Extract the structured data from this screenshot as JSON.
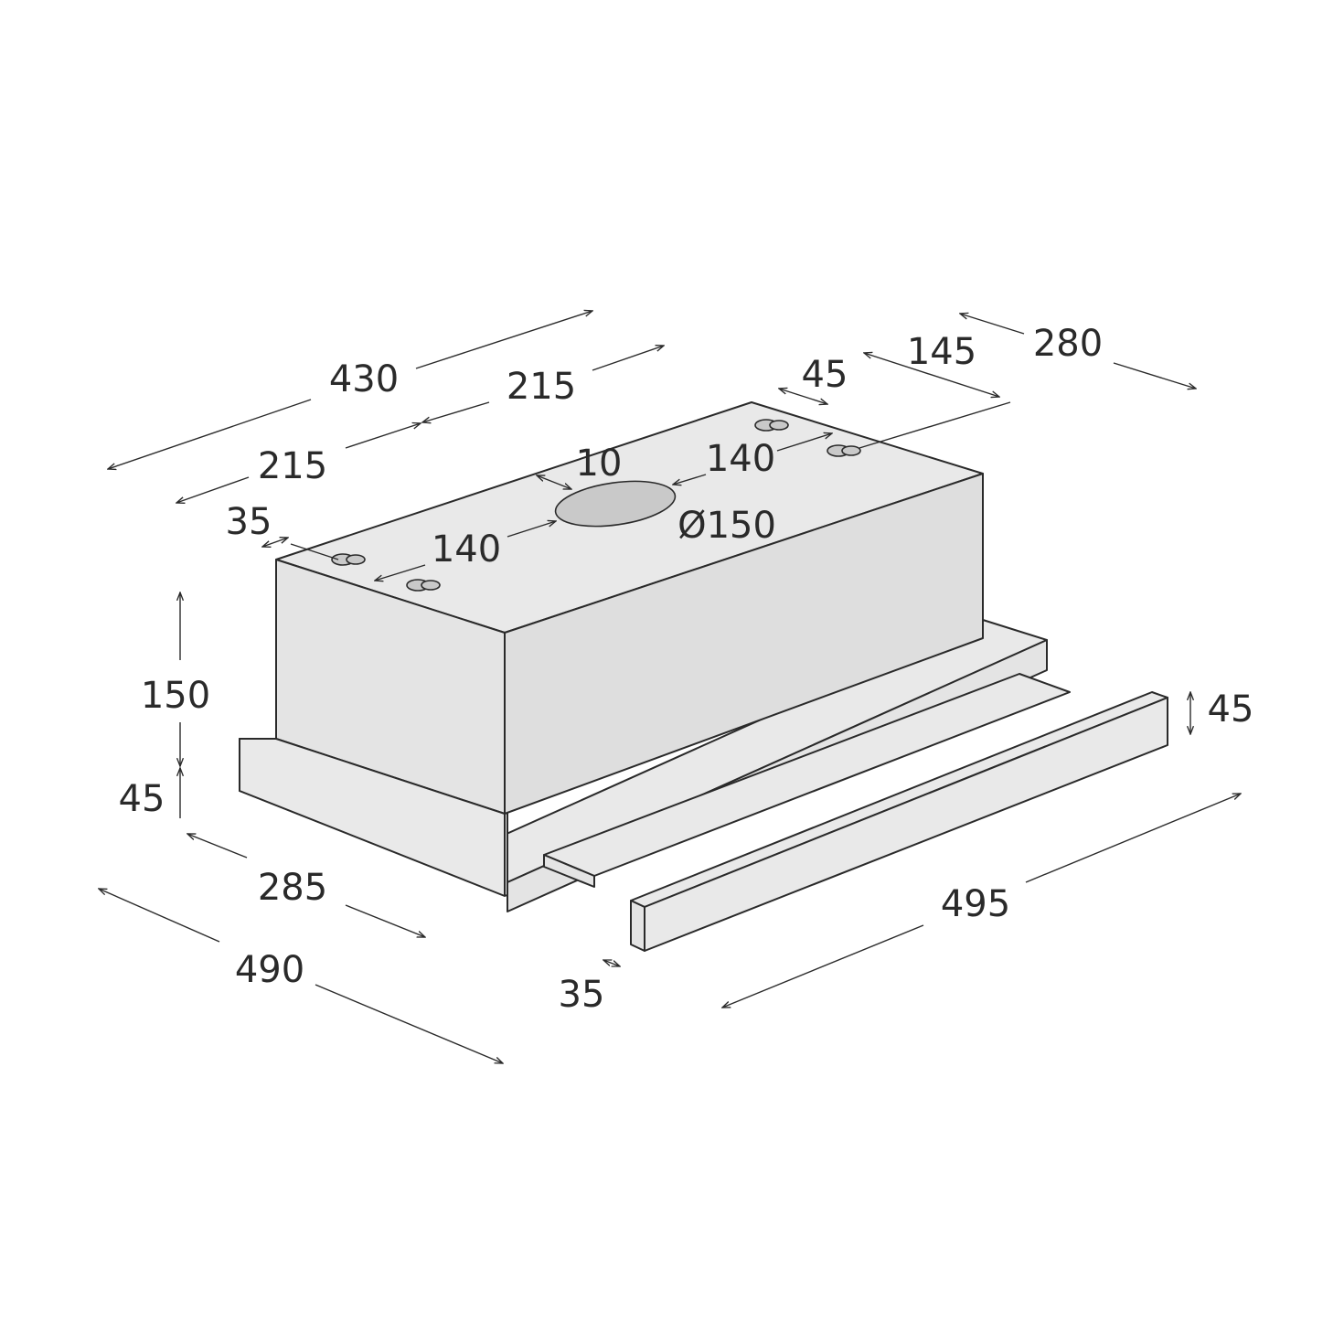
{
  "dimensions": {
    "top_width": "430",
    "top_half_right": "215",
    "top_half_left": "215",
    "top_depth": "280",
    "slot_offset_right": "145",
    "slot_spacing_right": "45",
    "slot_spacing_left": "35",
    "hole_to_slot_right": "140",
    "hole_to_slot_left": "140",
    "hole_offset": "10",
    "hole_diameter": "Ø150",
    "body_height": "150",
    "base_height_left": "45",
    "base_depth": "285",
    "overall_depth": "490",
    "visor_width": "495",
    "visor_height": "45",
    "visor_lip": "35"
  },
  "colors": {
    "line": "#2a2a2a",
    "face_light": "#e9e9e9",
    "face_dark": "#dedede",
    "hole_fill": "#c9c9c9"
  }
}
